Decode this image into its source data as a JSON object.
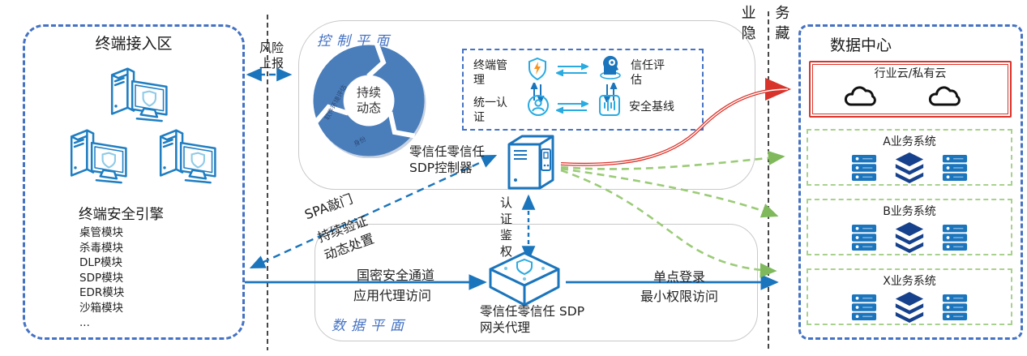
{
  "terminal_zone": {
    "title": "终端接入区",
    "engine_title": "终端安全引擎",
    "modules": [
      "桌管模块",
      "杀毒模块",
      "DLP模块",
      "SDP模块",
      "EDR模块",
      "沙箱模块",
      "..."
    ]
  },
  "flow_labels": {
    "risk_report_1": "风险",
    "risk_report_2": "上报",
    "spa_1": "SPA敲门",
    "spa_2": "持续验证",
    "spa_3": "动态处置",
    "channel_1": "国密安全通道",
    "channel_2": "应用代理访问",
    "auth": "认证鉴权",
    "sso_1": "单点登录",
    "sso_2": "最小权限访问",
    "hide_1": "业 务",
    "hide_2": "隐 藏"
  },
  "control_plane": {
    "title": "控制平面",
    "donut_center_1": "持续",
    "donut_center_2": "动态",
    "ring_label_1": "软件环境评估",
    "ring_label_2": "身份",
    "matrix": {
      "terminal_mgmt": "终端管理",
      "trust_eval": "信任评估",
      "unified_auth": "统一认证",
      "security_baseline": "安全基线"
    },
    "controller_label_1": "零信任零信任",
    "controller_label_2": "SDP控制器"
  },
  "data_plane": {
    "title": "数据平面",
    "gateway_label_1": "零信任零信任 SDP",
    "gateway_label_2": "网关代理"
  },
  "data_center": {
    "title": "数据中心",
    "cloud_label": "行业云/私有云",
    "systems": [
      "A业务系统",
      "B业务系统",
      "X业务系统"
    ]
  },
  "colors": {
    "dashed_blue": "#4472C4",
    "line_blue": "#1B75BC",
    "icon_cyan": "#29ABE2",
    "donut_blue": "#4A7EBB",
    "green": "#9BCB77",
    "red": "#D9342B",
    "dark_navy": "#16418C"
  }
}
